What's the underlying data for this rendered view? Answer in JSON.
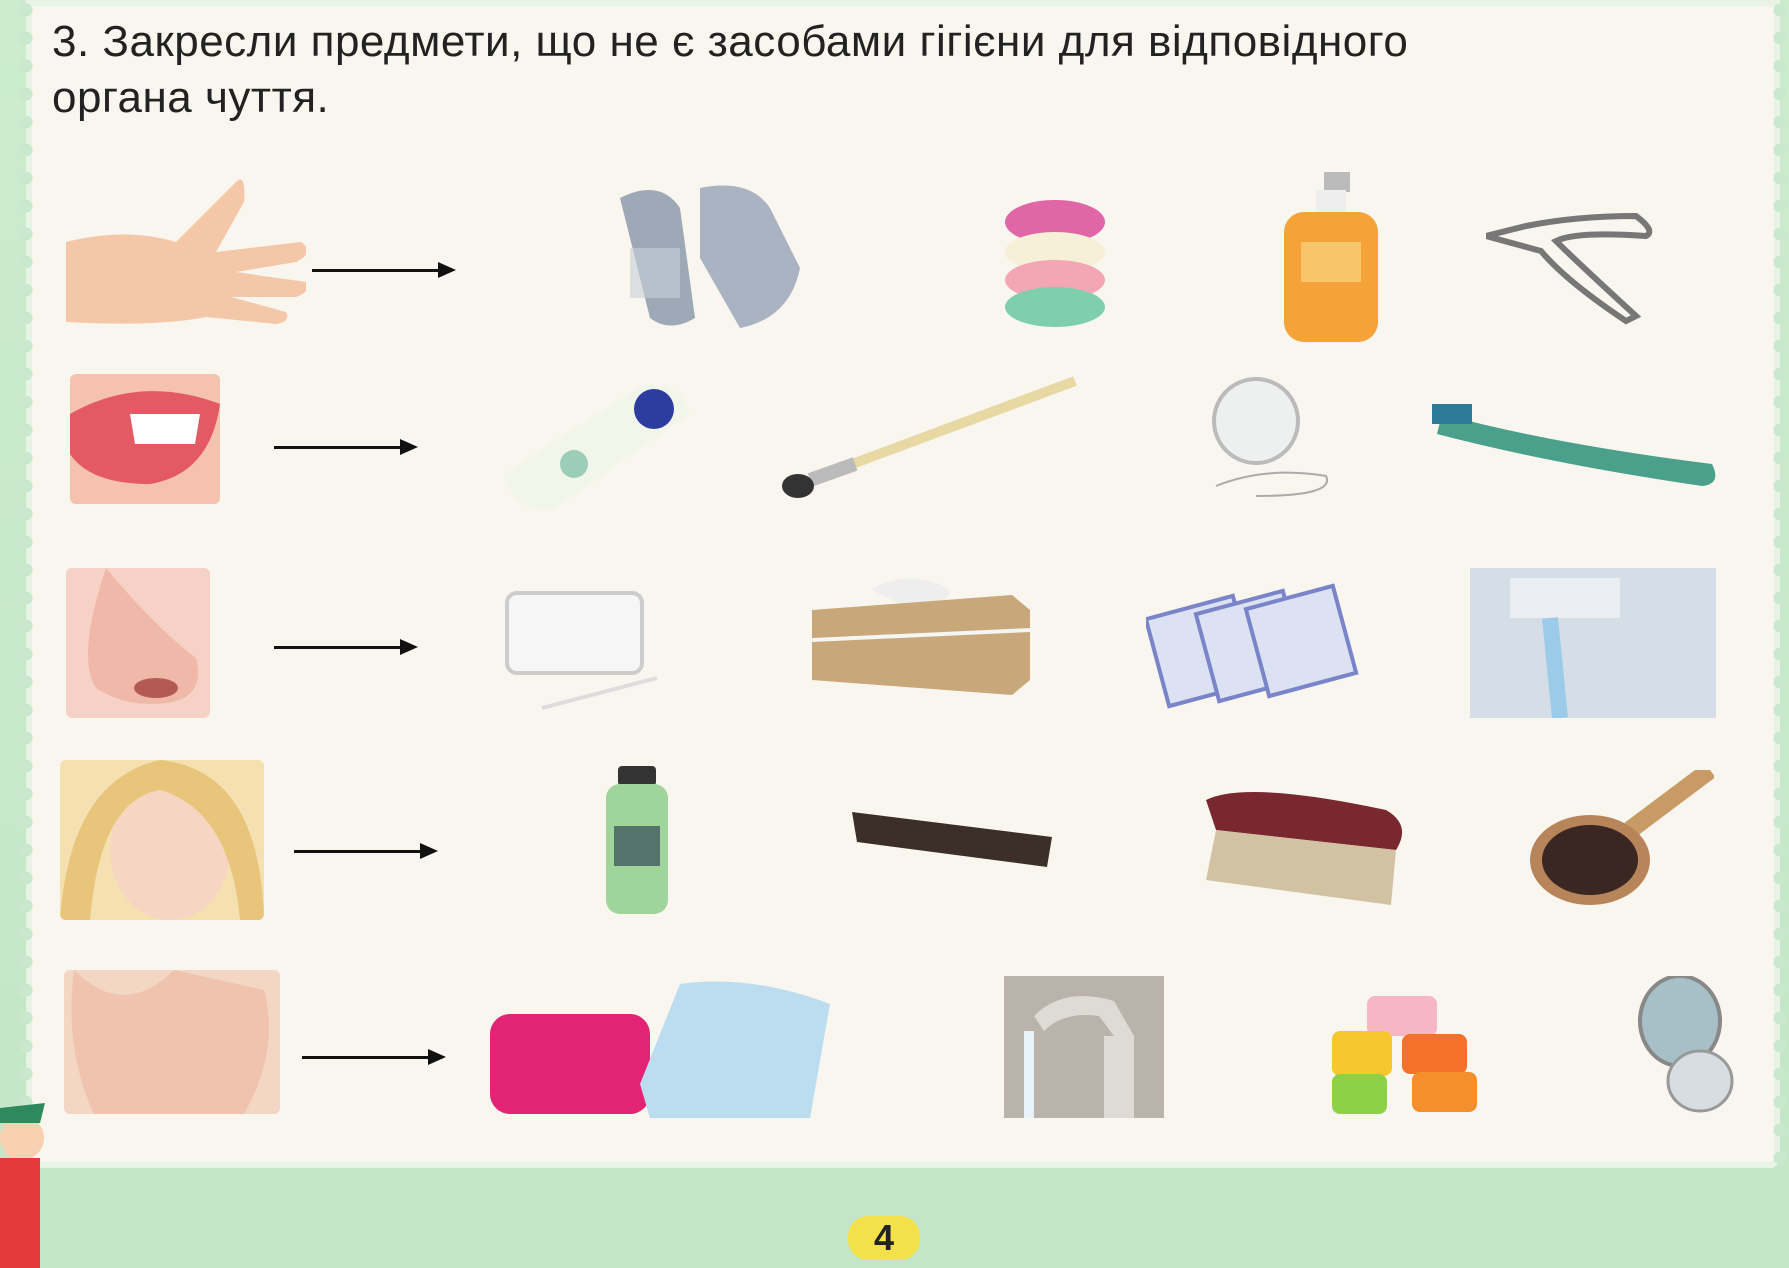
{
  "task": {
    "line1": "3. Закресли предмети, що не є засобами гігієни для відповідного",
    "line2": "органа чуття."
  },
  "rows": [
    {
      "organ": "hand",
      "items": [
        "mittens",
        "soap-bars",
        "liquid-soap",
        "nail-clippers"
      ]
    },
    {
      "organ": "mouth",
      "items": [
        "toothpaste",
        "paintbrush",
        "dental-floss",
        "toothbrush"
      ]
    },
    {
      "organ": "nose",
      "items": [
        "cotton-swabs",
        "tissue-box",
        "handkerchiefs",
        "water-tap"
      ]
    },
    {
      "organ": "hair",
      "items": [
        "shampoo",
        "comb",
        "shoe-brush",
        "hairbrush"
      ]
    },
    {
      "organ": "body",
      "items": [
        "towels",
        "faucet",
        "soap-pieces",
        "mirror"
      ]
    }
  ],
  "page_number": "4"
}
